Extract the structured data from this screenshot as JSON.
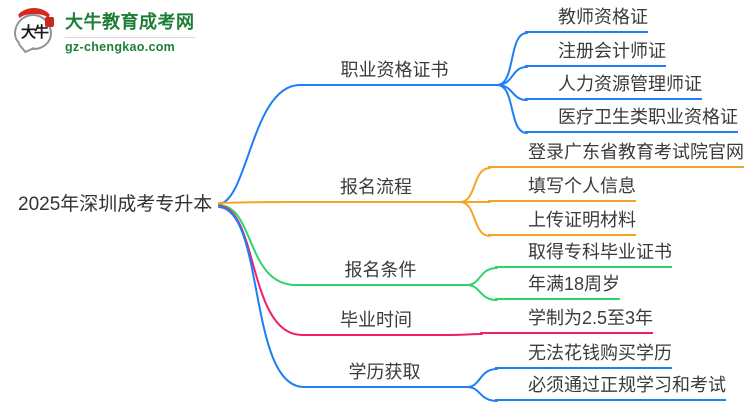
{
  "logo": {
    "icon_text": "大牛",
    "title": "大牛教育成考网",
    "url": "gz-chengkao.com",
    "brand_green": "#1e7e38",
    "brand_red": "#d6281e"
  },
  "root": {
    "label": "2025年深圳成考专升本"
  },
  "colors": {
    "blue": "#1f7df5",
    "orange": "#f6a424",
    "green": "#2fd36e",
    "pink": "#f0206e",
    "text": "#3b3b3b"
  },
  "branches": [
    {
      "label": "职业资格证书",
      "color": "#1f7df5",
      "children": [
        "教师资格证",
        "注册会计师证",
        "人力资源管理师证",
        "医疗卫生类职业资格证"
      ]
    },
    {
      "label": "报名流程",
      "color": "#f6a424",
      "children": [
        "登录广东省教育考试院官网",
        "填写个人信息",
        "上传证明材料"
      ]
    },
    {
      "label": "报名条件",
      "color": "#2fd36e",
      "children": [
        "取得专科毕业证书",
        "年满18周岁"
      ]
    },
    {
      "label": "毕业时间",
      "color": "#f0206e",
      "children": [
        "学制为2.5至3年"
      ]
    },
    {
      "label": "学历获取",
      "color": "#1f7df5",
      "children": [
        "无法花钱购买学历",
        "必须通过正规学习和考试"
      ]
    }
  ]
}
